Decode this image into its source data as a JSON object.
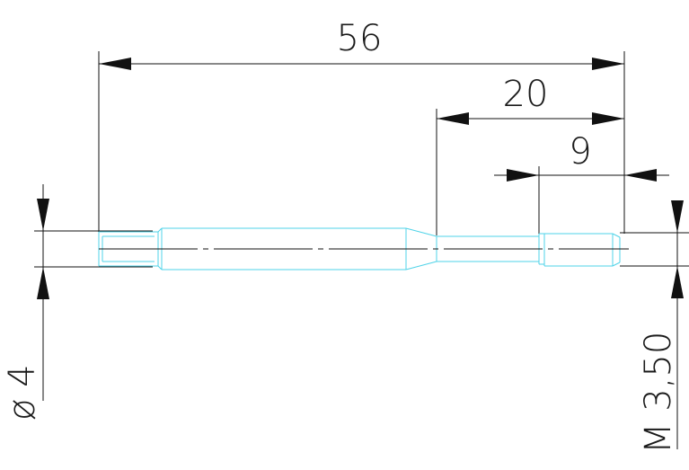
{
  "drawing": {
    "dimensions": {
      "overall_length": "56",
      "thread_length": "20",
      "tip_length": "9",
      "shank_diameter": "ø 4",
      "thread_size": "M 3,50"
    },
    "colors": {
      "dimension_lines": "#111111",
      "part_outline": "#4fd3e8",
      "background": "#ffffff"
    }
  }
}
